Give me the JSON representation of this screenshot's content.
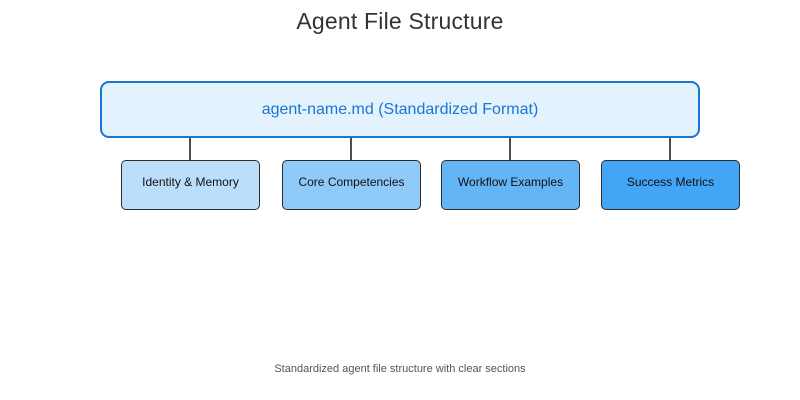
{
  "title": "Agent File Structure",
  "caption": "Standardized agent file structure with clear sections",
  "root_node": {
    "label": "agent-name.md (Standardized Format)",
    "fill": "#E3F2FD",
    "border_color": "#1976D2",
    "text_color": "#1976D2"
  },
  "children": [
    {
      "label": "Identity & Memory",
      "fill": "#BBDEFB"
    },
    {
      "label": "Core Competencies",
      "fill": "#90CAF9"
    },
    {
      "label": "Workflow Examples",
      "fill": "#64B5F6"
    },
    {
      "label": "Success Metrics",
      "fill": "#42A5F5"
    }
  ],
  "connector_color": "#4d4d4d",
  "chart_data": {
    "type": "table",
    "title": "Agent File Structure",
    "root": "agent-name.md (Standardized Format)",
    "sections": [
      "Identity & Memory",
      "Core Competencies",
      "Workflow Examples",
      "Success Metrics"
    ],
    "caption": "Standardized agent file structure with clear sections"
  }
}
